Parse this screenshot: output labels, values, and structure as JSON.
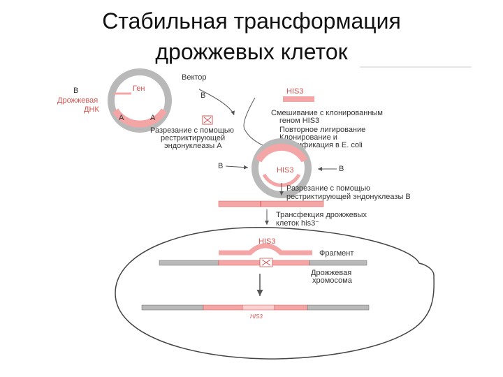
{
  "title": {
    "line1": "Стабильная трансформация",
    "line2": "дрожжевых клеток"
  },
  "labels": {
    "vector": "Вектор",
    "gene": "Ген",
    "yeast_dna_1": "Дрожжевая",
    "yeast_dna_2": "ДНК",
    "site_b": "B",
    "site_a": "A",
    "his3": "HIS3",
    "cut_a_1": "Разрезание с помощью",
    "cut_a_2": "рестриктирующей",
    "cut_a_3": "эндонуклеазы A",
    "mix_1": "Смешивание с клонированным",
    "mix_2": "геном HIS3",
    "ligation_1": "Повторное лигирование",
    "ligation_2": "Клонирование и",
    "ligation_3": "амплификация в E. coli",
    "cut_b_1": "Разрезание с помощью",
    "cut_b_2": "рестриктирующей эндонуклеазы B",
    "transform_1": "Трансфекция дрожжевых",
    "transform_2": "клеток his3⁻",
    "fragment": "Фрагмент",
    "chromosome_1": "Дрожжевая",
    "chromosome_2": "хромосома",
    "his3_final": "HIS3"
  },
  "colors": {
    "pink": "#f4a6a6",
    "gray": "#b9b9b9",
    "red": "#d9534f"
  }
}
